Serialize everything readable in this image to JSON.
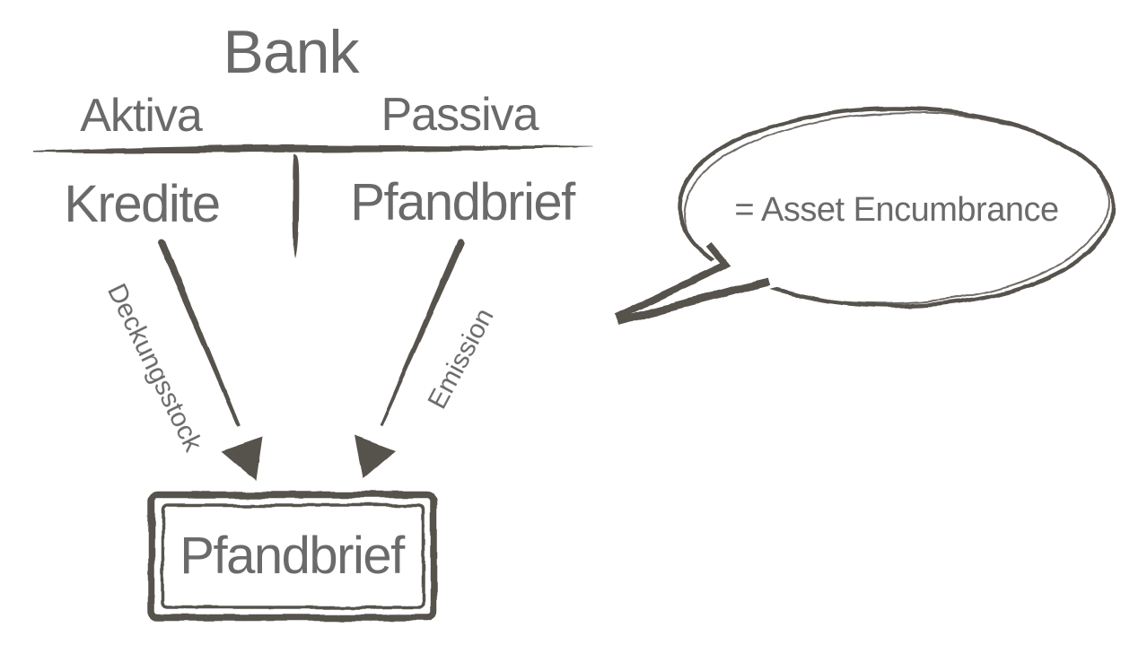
{
  "colors": {
    "background": "#ffffff",
    "ink": "#57524d",
    "text": "#6a6a6a"
  },
  "t_account": {
    "title": "Bank",
    "left_header": "Aktiva",
    "right_header": "Passiva",
    "left_item": "Kredite",
    "right_item": "Pfandbrief"
  },
  "arrows": {
    "left_label": "Deckungsstock",
    "right_label": "Emission"
  },
  "product_box": {
    "label": "Pfandbrief"
  },
  "speech_bubble": {
    "text": "= Asset Encumbrance"
  }
}
